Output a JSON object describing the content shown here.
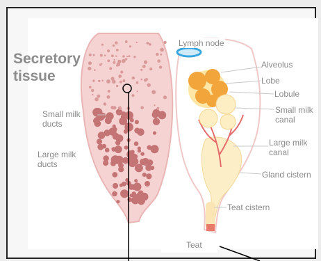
{
  "diagram": {
    "labels": {
      "secretory_tissue": "Secretory\ntissue",
      "lymph_node": "Lymph node",
      "alveolus": "Alveolus",
      "lobe": "Lobe",
      "lobule": "Lobule",
      "small_milk_canal": "Small milk\ncanal",
      "large_milk_canal": "Large milk\ncanal",
      "gland_cistern": "Gland cistern",
      "teat_cistern": "Teat cistern",
      "teat": "Teat",
      "small_milk_ducts": "Small milk\nducts",
      "large_milk_ducts": "Large milk\nducts"
    },
    "colors": {
      "tissue_pink": "#f2c4c4",
      "tissue_dots": "#c98080",
      "gland_yellow": "#fcefc8",
      "alveoli_orange": "#f2a53a",
      "canal_red": "#e56b6b",
      "lymph_blue": "#3aa6e0"
    }
  }
}
